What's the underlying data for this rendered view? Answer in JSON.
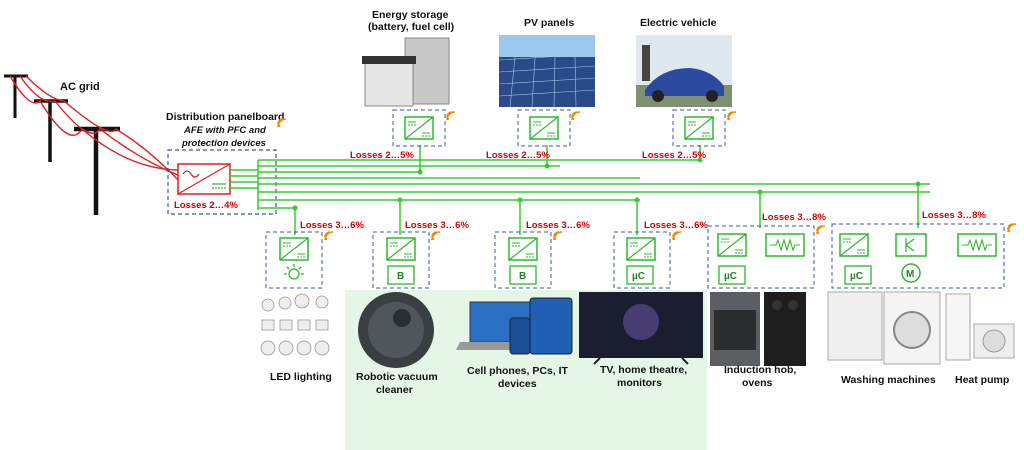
{
  "labels": {
    "ac_grid": "AC grid",
    "panel_title": "Distribution panelboard",
    "panel_sub1": "AFE with PFC and",
    "panel_sub2": "protection devices",
    "storage1": "Energy storage",
    "storage2": "(battery, fuel cell)",
    "pv": "PV panels",
    "ev": "Electric vehicle",
    "led": "LED lighting",
    "robot1": "Robotic vacuum",
    "robot2": "cleaner",
    "it1": "Cell phones, PCs, IT",
    "it2": "devices",
    "tv1": "TV, home theatre,",
    "tv2": "monitors",
    "hob1": "Induction hob,",
    "hob2": "ovens",
    "wash": "Washing machines",
    "heat": "Heat pump"
  },
  "losses": {
    "afe": "Losses 2…4%",
    "storage": "Losses 2…5%",
    "pv": "Losses 2…5%",
    "ev": "Losses 2…5%",
    "led": "Losses 3…6%",
    "robot": "Losses 3…6%",
    "it": "Losses 3…6%",
    "tv": "Losses 3…6%",
    "hob": "Losses 3…8%",
    "wash": "Losses 3…8%"
  },
  "block_labels": {
    "battery": "B",
    "microcontroller": "µC",
    "motor": "M"
  },
  "icons": [
    "sine-wave-icon",
    "dc-symbol-icon",
    "wifi-icon",
    "bulb-icon",
    "resistor-icon",
    "motor-icon",
    "transistor-icon"
  ],
  "colors": {
    "bus": "#33cc33",
    "grid_line": "#e02020",
    "loss_text": "#d40000",
    "dashed_box": "#3a56a8",
    "wifi": "#f08a00",
    "highlight_bg": "#e6f6e6"
  }
}
